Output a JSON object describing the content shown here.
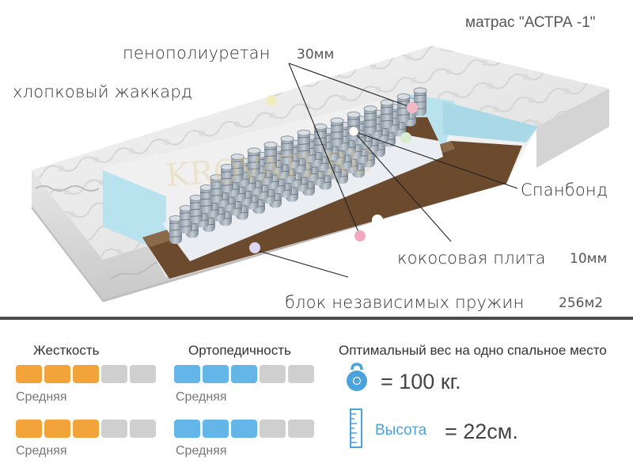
{
  "labels": {
    "model": "матрас \"АСТРА -1\"",
    "foam": "пенополиуретан",
    "foam_size": "30мм",
    "jacquard": "хлопковый жаккард",
    "spunbond": "Спанбонд",
    "coir": "кокосовая плита",
    "coir_size": "10мм",
    "springs": "блок независимых пружин",
    "springs_count": "256м2"
  },
  "rating": {
    "stiffness": {
      "title": "Жесткость",
      "rows": [
        {
          "filled": 3,
          "total": 5,
          "caption": "Средняя"
        },
        {
          "filled": 3,
          "total": 5,
          "caption": "Средняя"
        }
      ]
    },
    "ortho": {
      "title": "Ортопедичность",
      "rows": [
        {
          "filled": 3,
          "total": 5,
          "caption": "Средняя"
        },
        {
          "filled": 3,
          "total": 5,
          "caption": "Средняя"
        }
      ]
    }
  },
  "specs": {
    "weight_title": "Оптимальный вес на одно спальное место",
    "weight_value": "= 100 кг.",
    "height_label": "Высота",
    "height_value": "= 22см."
  },
  "colors": {
    "stiffness": "#f2a33a",
    "ortho": "#64b5e8",
    "empty": "#cfcfcf",
    "accent": "#4aa3dc"
  },
  "icons": [
    "kettlebell-icon",
    "ruler-icon"
  ]
}
